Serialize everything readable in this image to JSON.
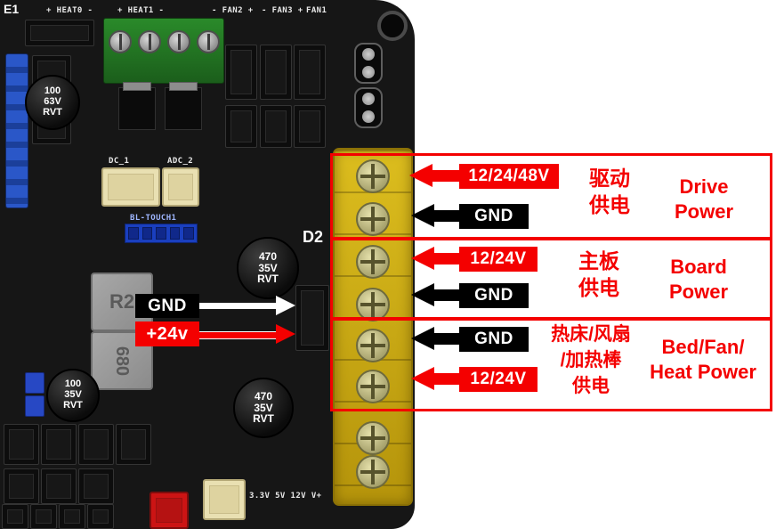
{
  "board": {
    "corner_label": "E1",
    "top_labels": {
      "heat0": "+ HEAT0 -",
      "heat1": "+ HEAT1 -",
      "fan2": "- FAN2 +",
      "fan3": "- FAN3 +",
      "fan1": "FAN1"
    },
    "silkscreen": {
      "dc1": "DC_1",
      "adc2": "ADC_2",
      "bl_touch": "BL-TOUCH1",
      "d2": "D2",
      "r2": "R2",
      "inductor_680": "680",
      "power_rail": "3.3V 5V 12V V+"
    },
    "capacitors": {
      "c1": {
        "l1": "100",
        "l2": "63V",
        "l3": "RVT"
      },
      "c2": {
        "l1": "470",
        "l2": "35V",
        "l3": "RVT"
      },
      "c3": {
        "l1": "100",
        "l2": "35V",
        "l3": "RVT"
      },
      "c4": {
        "l1": "470",
        "l2": "35V",
        "l3": "RVT"
      }
    },
    "wire_labels": {
      "gnd": "GND",
      "v24": "+24v"
    }
  },
  "annotations": {
    "drive": {
      "power_label": "12/24/48V",
      "gnd_label": "GND",
      "cn_line1": "驱动",
      "cn_line2": "供电",
      "en_line1": "Drive",
      "en_line2": "Power"
    },
    "board_power": {
      "power_label": "12/24V",
      "gnd_label": "GND",
      "cn_line1": "主板",
      "cn_line2": "供电",
      "en_line1": "Board",
      "en_line2": "Power"
    },
    "bed": {
      "gnd_label": "GND",
      "power_label": "12/24V",
      "cn_line1": "热床/风扇",
      "cn_line2": "/加热棒",
      "cn_line3": "供电",
      "en_line1": "Bed/Fan/",
      "en_line2": "Heat Power"
    }
  },
  "colors": {
    "annotation_red": "#f40000",
    "label_black": "#000000",
    "terminal_yellow": "#d4b517",
    "board_black": "#161616"
  }
}
